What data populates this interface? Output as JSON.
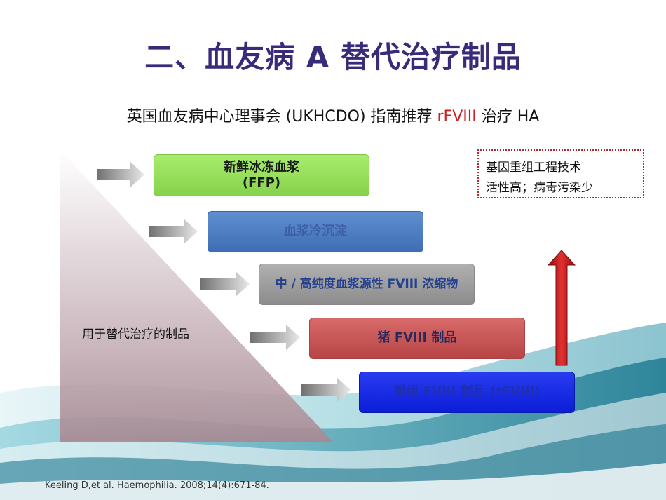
{
  "title": "二、血友病 A 替代治疗制品",
  "subtitle": {
    "prefix": "英国血友病中心理事会 (UKHCDO) 指南推荐 ",
    "highlight": "rFVIII",
    "suffix": " 治疗 HA"
  },
  "boxes": [
    {
      "line1": "新鲜冰冻血浆",
      "line2": "(FFP)"
    },
    {
      "label": "血浆冷沉淀"
    },
    {
      "label": "中 / 高纯度血浆源性 FVIII 浓缩物"
    },
    {
      "label": "猪 FVIII 制品"
    },
    {
      "label": "重组 FVIII 制品 (rFVIII)"
    }
  ],
  "note": {
    "line1": "基因重组工程技术",
    "line2": "活性高；病毒污染少"
  },
  "left_label": "用于替代治疗的制品",
  "citation": "Keeling D,et al. Haemophilia. 2008;14(4):671-84.",
  "colors": {
    "title": "#3a2a7a",
    "highlight": "#cc1f1f",
    "up_arrow": "#c41a1a",
    "note_border": "#b22a2a"
  }
}
